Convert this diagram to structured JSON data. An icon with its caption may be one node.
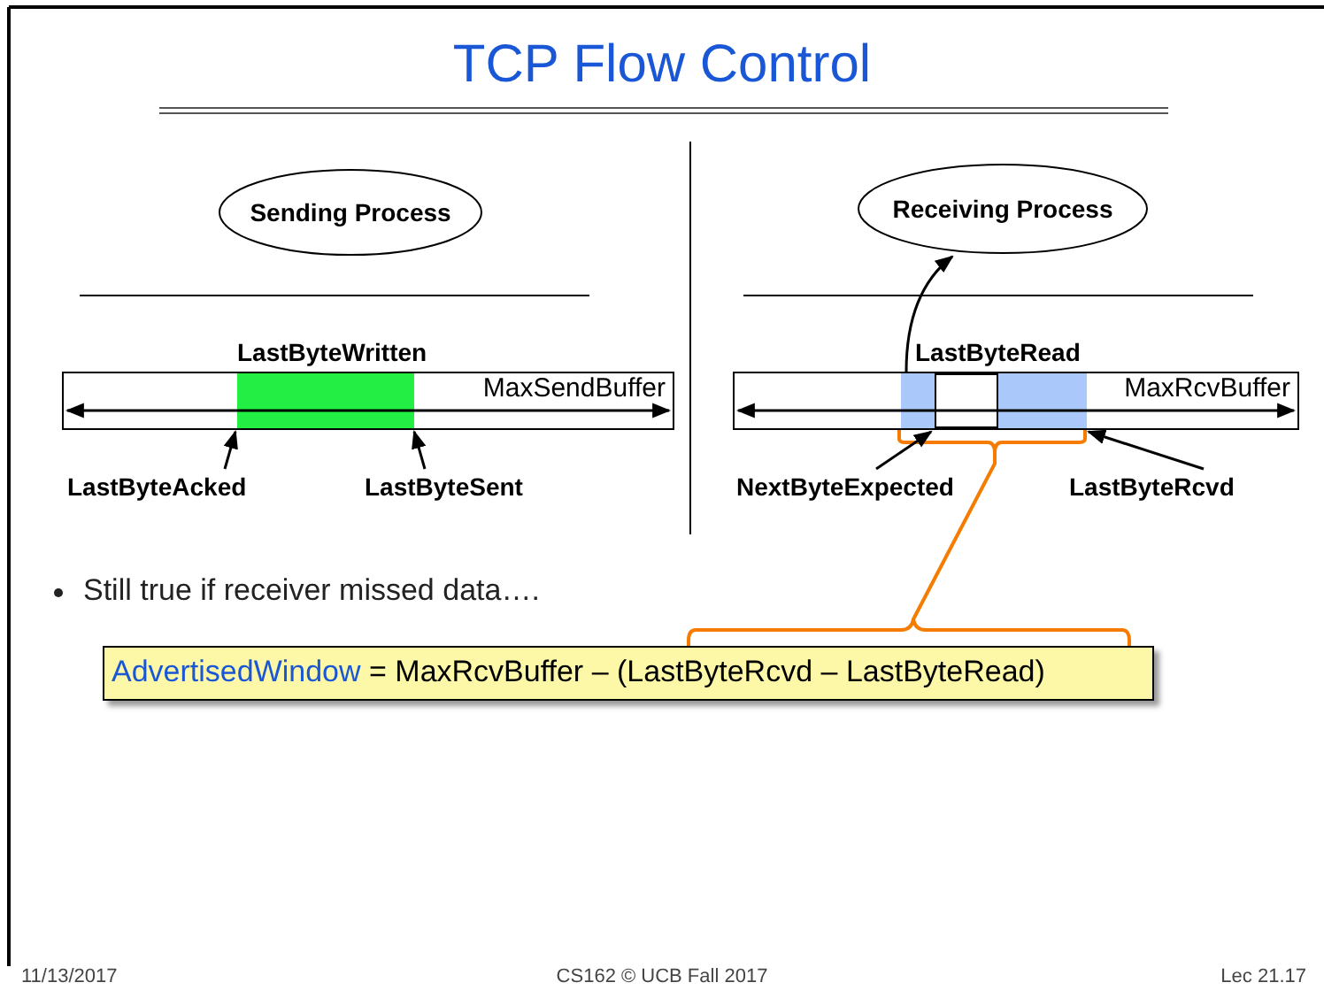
{
  "diagram": {
    "title": "TCP Flow Control",
    "nodes": [
      {
        "text": [
          "Sending Process"
        ]
      },
      {
        "text": [
          "Receiving Process"
        ]
      },
      {
        "text": [
          "MaxSendBuffer"
        ]
      },
      {
        "text": [],
        "shape": "bar",
        "in": 2
      },
      {
        "text": [
          "LastByteAcked"
        ]
      },
      {
        "text": [
          "LastByteSent"
        ]
      },
      {
        "text": [
          "MaxRcvBuffer"
        ]
      },
      {
        "text": [],
        "shape": "bar",
        "in": 6
      },
      {
        "text": [],
        "shape": "box",
        "in": 6
      },
      {
        "text": [],
        "shape": "bar",
        "in": 6
      },
      {
        "text": [
          "NextByteExpected"
        ]
      },
      {
        "text": [
          "LastByteRcvd"
        ]
      },
      {
        "text": [
          "AdvertisedWindow",
          "= MaxRcvBuffer – (LastByteRcvd – LastByteRead)"
        ]
      }
    ],
    "edges": [
      {
        "from": 4,
        "to": 3,
        "arrow": "to"
      },
      {
        "from": 5,
        "to": 3,
        "arrow": "to"
      },
      {
        "from": 7,
        "to": 1,
        "arrow": "to"
      },
      {
        "from": 10,
        "to": 8,
        "arrow": "to"
      },
      {
        "from": 11,
        "to": 9,
        "arrow": "to"
      }
    ],
    "labels": [
      "LastByteWritten",
      "LastByteRead",
      "Still true if receiver missed data….",
      "11/13/2017",
      "CS162 © UCB Fall 2017",
      "Lec 21.17"
    ]
  }
}
